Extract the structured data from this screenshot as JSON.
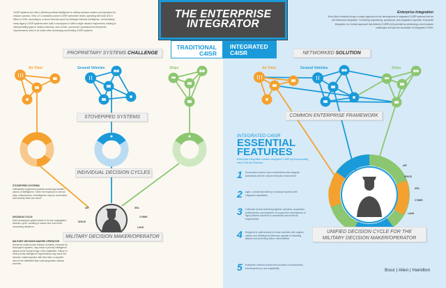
{
  "header": {
    "title_line1": "THE ENTERPRISE",
    "title_line2": "INTEGRATOR",
    "tag_traditional_1": "TRADITIONAL",
    "tag_traditional_2": "C4ISR",
    "tag_integrated_1": "INTEGRATED",
    "tag_integrated_2": "C4ISR"
  },
  "intro_left": "C4ISR systems are vital in delivering critical intelligence to military decision makers and operators for mission success. If the U.S. maintains current C4ISR investment levels, spending will reach $76.3 billion in 2026, according to a recent forecast report by Strategic Defense Intelligence. Unfortunately, many legacy C4ISR systems were built in stovepipes to fulfill a single mission requirement, leading to interoperability gaps in today's technical, user-centric, and secure operational environments. Improvements need to be made when developing and fielding C4ISR systems.",
  "intro_right": {
    "heading": "Enterprise Integration",
    "body": "Booz Allen Hamilton brings a unique approach to the development of integrated C4ISR systems that we call Enterprise Integration. Combining engineering, operational, and acquisition expertise, Enterprise Integration is a holistic approach that delivers C4ISR's full potential by addressing current system challenges and lays the foundation for integrated C4ISR."
  },
  "left": {
    "challenge_label_light": "PROPRIETARY SYSTEMS ",
    "challenge_label_bold": "CHALLENGE",
    "groups": [
      "Air Fleet",
      "Ground Vehicles",
      "Ships"
    ],
    "stovepiped_label": "STOVEPIPED SYSTEMS",
    "cycles_label": "INDIVIDUAL DECISION CYCLES",
    "operator_label": "MILITARY DECISION MAKER/OPERATOR",
    "domains": [
      "AIR",
      "SPACE",
      "SEA",
      "CYBER",
      "LAND"
    ],
    "notes": [
      {
        "title": "STOVEPIPED SYSTEMS",
        "body": "Individually engineered systems producing isolated pieces of intelligence. Given the explosion in sensor data, critical pieces of intelligence may be overlooked and security risks can result."
      },
      {
        "title": "DECISION CYCLE",
        "body": "Each stovepiped system leads to its own segregated decision cycle, resulting in slower and more time-consuming decisions."
      },
      {
        "title": "MILITARY DECISION MAKER/ OPERATOR",
        "body": "Decisions made across mission domains, informed by stovepiped systems, may result in priority intelligence lapses at the forward edge of the battlefield. Failure to meet priority intelligence requirements may leave the decision maker/operator with less than a complete view of the battlefield that could jeopardize mission success."
      }
    ]
  },
  "right": {
    "solution_label_light": "NETWORKED ",
    "solution_label_bold": "SOLUTION",
    "groups": [
      "Air Fleet",
      "Ground Vehicles",
      "Ships"
    ],
    "framework_label": "COMMON ENTERPRISE FRAMEWORK",
    "essential": {
      "sub": "INTEGRATED C4ISR",
      "big1": "ESSENTIAL",
      "big2": "FEATURES",
      "lead": "Enterprise Integration creates integrated C4ISR by incorporating each of its five features:",
      "items": [
        {
          "num": "1",
          "text": "Government-owned, open architectures that integrate seamlessly into the overall enterprise environment"
        },
        {
          "num": "2",
          "text": "Agile, commercial delivery of modular systems with integrated capabilities"
        },
        {
          "num": "3",
          "text": "Collective forums that bring together operators, acquisition professionals, and engineers to support the development of highly tailored solutions to operational and technical requirements"
        },
        {
          "num": "4",
          "text": "Designed-in cybersecurity to infuse solutions with organic, unified, and multilayered defenses capable of thwarting attacks and preventing future vulnerabilities"
        },
        {
          "num": "5",
          "text": "Enterprise-oriented culture that promotes connectedness, interdependency, and adaptability"
        }
      ]
    },
    "unified_label_1": "UNIFIED DECISION CYCLE FOR THE",
    "unified_label_2": "MILITARY DECISION MAKER/OPERATOR",
    "domains": [
      "AIR",
      "SPACE",
      "SEA",
      "CYBER",
      "LAND"
    ]
  },
  "footer": {
    "logo": "Booz | Allen | Hamilton"
  },
  "colors": {
    "orange": "#f5a12f",
    "blue": "#1a9ad9",
    "green": "#8cc671",
    "dark": "#4a4a4a",
    "left_bg": "#fbf8f1",
    "right_bg": "#d7eaf7"
  }
}
